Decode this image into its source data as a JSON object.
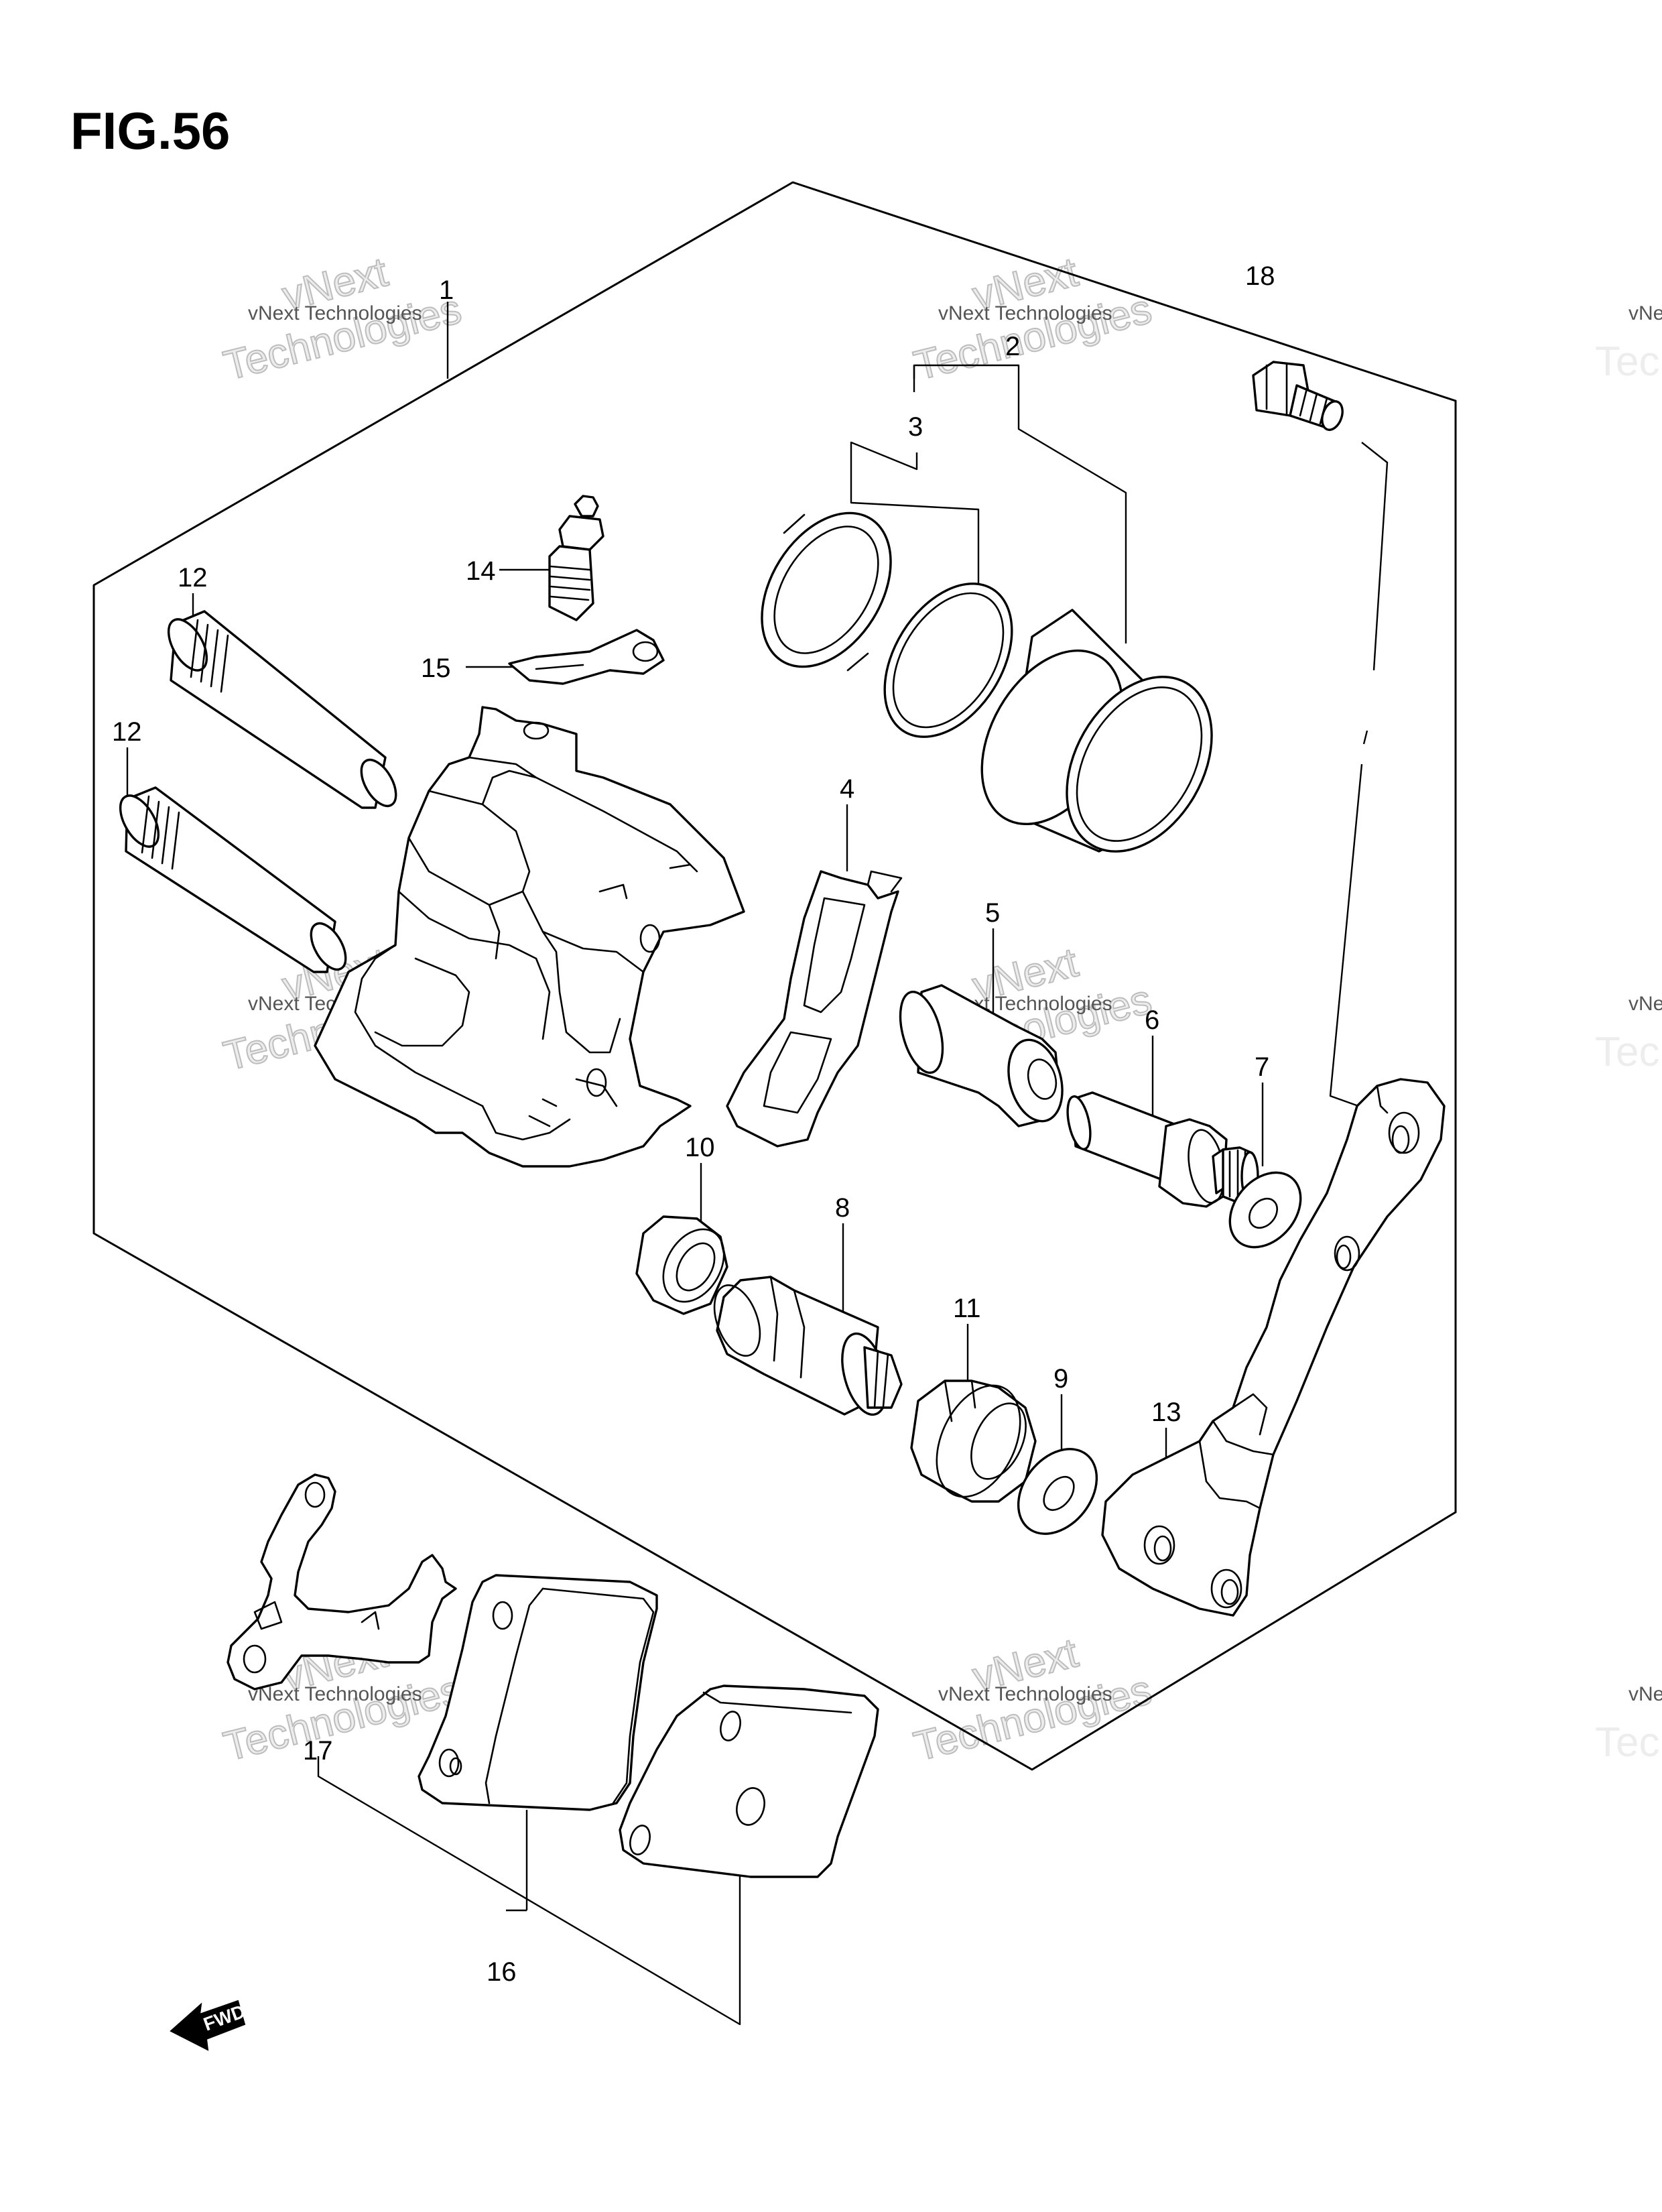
{
  "figure_title": "FIG.56",
  "watermark": {
    "line1": "vNext Technologies",
    "line2": "vNext",
    "line3": "Technologies"
  },
  "direction_label": "FWD",
  "callouts": {
    "p1": "1",
    "p2": "2",
    "p3": "3",
    "p4": "4",
    "p5": "5",
    "p6": "6",
    "p7": "7",
    "p8": "8",
    "p9": "9",
    "p10": "10",
    "p11": "11",
    "p12a": "12",
    "p12b": "12",
    "p13": "13",
    "p14": "14",
    "p15": "15",
    "p16": "16",
    "p17": "17",
    "p18": "18"
  }
}
